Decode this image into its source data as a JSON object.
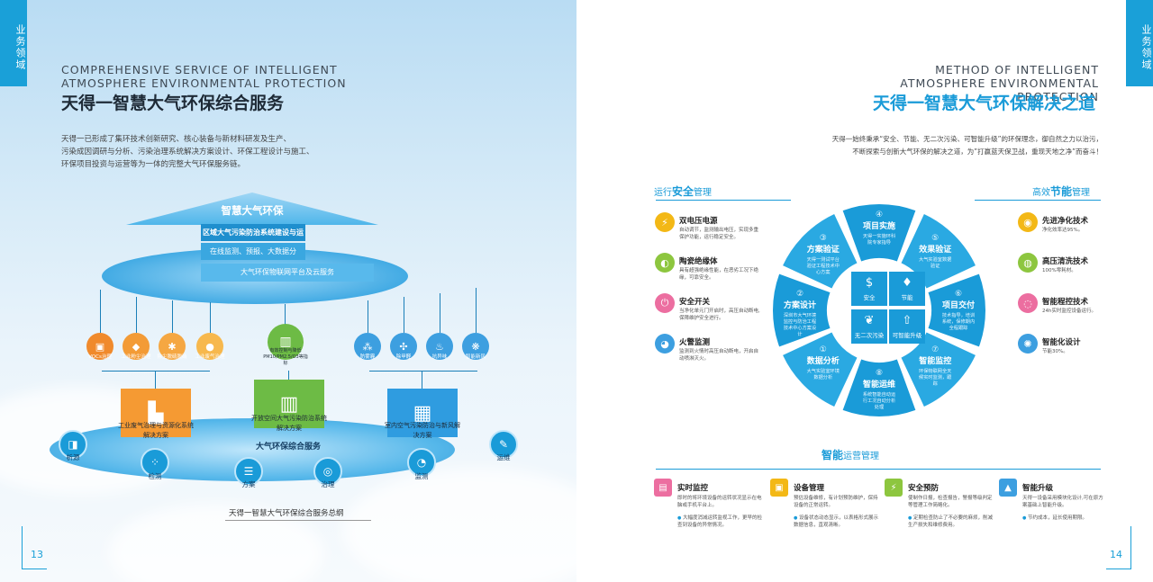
{
  "left_page": {
    "side_tab": "业务领域",
    "en_title": "COMPREHENSIVE SERVICE OF INTELLIGENT ATMOSPHERE ENVIRONMENTAL PROTECTION",
    "cn_title": "天得一智慧大气环保综合服务",
    "intro": [
      "天得一已形成了集环技术创新研究、核心装备与新材料研发及生产、",
      "污染成因调研与分析、污染治理系统解决方案设计、环保工程设计与施工、",
      "环保项目投资与运营等为一体的完整大气环保服务链。"
    ],
    "diagram": {
      "roof": "智慧大气环保",
      "bar1": "区域大气污染防治系统建设与运营服务",
      "bar2": "在线监测、预报、大数据分析……",
      "bar3": "大气环保物联网平台及云服务",
      "left_circles": [
        {
          "label": "VOCs治理",
          "icon": "▣",
          "color": "#f08a2c"
        },
        {
          "label": "工业粉尘治理",
          "icon": "◆",
          "color": "#f39b36"
        },
        {
          "label": "除尘脱硫脱硝",
          "icon": "✱",
          "color": "#f5a742"
        },
        {
          "label": "工业废气治理",
          "icon": "●",
          "color": "#f7b84d"
        }
      ],
      "center_circle": {
        "label": "有效控制与降低PM10/PM2.5/O3等指标",
        "icon": "▥",
        "color": "#6dbb45"
      },
      "right_circles": [
        {
          "label": "防雾霾",
          "icon": "⁂",
          "color": "#3d9fe0"
        },
        {
          "label": "除甲醛",
          "icon": "✣",
          "color": "#3d9fe0"
        },
        {
          "label": "抗异味",
          "icon": "♨",
          "color": "#3d9fe0"
        },
        {
          "label": "智能新风",
          "icon": "❋",
          "color": "#3d9fe0"
        }
      ],
      "boxes": [
        {
          "label": "工业废气治理与资源化系统解决方案",
          "icon": "▙",
          "color": "#f59a33"
        },
        {
          "label": "开放空间大气污染防治系统解决方案",
          "icon": "▥",
          "color": "#6dbb45"
        },
        {
          "label": "室内空气污染防治与新风解决方案",
          "icon": "▦",
          "color": "#2f9ce0"
        }
      ],
      "bottom_title": "大气环保综合服务",
      "bottom_icons": [
        {
          "label": "析源",
          "icon": "◨"
        },
        {
          "label": "检测",
          "icon": "⁘"
        },
        {
          "label": "方案",
          "icon": "☰"
        },
        {
          "label": "治理",
          "icon": "◎"
        },
        {
          "label": "监测",
          "icon": "◔"
        },
        {
          "label": "运维",
          "icon": "✎"
        }
      ]
    },
    "caption": "天得一智慧大气环保综合服务总纲",
    "page_number": "13"
  },
  "right_page": {
    "side_tab": "业务领域",
    "en_title": "METHOD OF INTELLIGENT ATMOSPHERE ENVIRONMENTAL PROTECTION",
    "cn_title": "天得一智慧大气环保解决之道",
    "intro": [
      "天得一始终秉承“安全、节能、无二次污染、可智能升级”的环保理念，御自然之力以治污，",
      "不断探索与创新大气环保的解决之道，为”打赢蓝天保卫战，重现天地之净”而奋斗！"
    ],
    "sections": {
      "safety": {
        "prefix": "运行",
        "highlight": "安全",
        "suffix": "管理"
      },
      "efficiency": {
        "prefix": "高效",
        "highlight": "节能",
        "suffix": "管理"
      },
      "operation": {
        "prefix": "",
        "highlight": "智能",
        "suffix": "运营管理"
      }
    },
    "safety_features": [
      {
        "title": "双电压电源",
        "desc": "自动调节，监测输出电压，实现多重保护功能，运行稳定安全。",
        "icon": "⚡",
        "color": "#f3b816"
      },
      {
        "title": "陶瓷绝缘体",
        "desc": "具有超强绝缘性能，在恶劣工况下绝缘，可靠安全。",
        "icon": "◐",
        "color": "#8dc63f"
      },
      {
        "title": "安全开关",
        "desc": "当净化单元门开启时，高压自动断电,保障维护安全进行。",
        "icon": "⏻",
        "color": "#ec6ea0"
      },
      {
        "title": "火警监测",
        "desc": "监测到火情时高压自动断电，开启自动喷淋灭火。",
        "icon": "◕",
        "color": "#3d9fe0"
      }
    ],
    "efficiency_features": [
      {
        "title": "先进净化技术",
        "desc": "净化效率达95%。",
        "icon": "◉",
        "color": "#f3b816"
      },
      {
        "title": "高压清洗技术",
        "desc": "100%零耗材。",
        "icon": "◍",
        "color": "#8dc63f"
      },
      {
        "title": "智能程控技术",
        "desc": "24h实时监控设备运行。",
        "icon": "◌",
        "color": "#ec6ea0"
      },
      {
        "title": "智能化设计",
        "desc": "节能30%。",
        "icon": "✺",
        "color": "#3d9fe0"
      }
    ],
    "wheel": [
      {
        "num": "④",
        "title": "项目实施",
        "sub": "天得一实施环科院专家指导"
      },
      {
        "num": "⑤",
        "title": "效果验证",
        "sub": "大气实验室数据验证"
      },
      {
        "num": "⑥",
        "title": "项目交付",
        "sub": "技术指导，培训系统，保修期内全程跟踪"
      },
      {
        "num": "⑦",
        "title": "智能监控",
        "sub": "环保物联网全天候实时监测，跟踪"
      },
      {
        "num": "⑧",
        "title": "智能运维",
        "sub": "系统智能自动运行工况自动分析处理"
      },
      {
        "num": "①",
        "title": "数据分析",
        "sub": "大气实验室环境数据分析"
      },
      {
        "num": "②",
        "title": "方案设计",
        "sub": "深圳市大气环境监控与防治工程技术中心方案设计"
      },
      {
        "num": "③",
        "title": "方案验证",
        "sub": "天得一测试平台验证工程技术中心方案"
      }
    ],
    "center_tiles": [
      {
        "label": "安全",
        "icon": "$"
      },
      {
        "label": "节能",
        "icon": "♦"
      },
      {
        "label": "无二次污染",
        "icon": "❦"
      },
      {
        "label": "可智能升级",
        "icon": "⇧"
      }
    ],
    "management": [
      {
        "title": "实时监控",
        "desc": "即时的将环境设备的运转状况显示在电脑或手机平台上。",
        "desc2": "大幅度消减运转监视工作，更早的检查到设备的异常情况。",
        "icon": "▤",
        "color": "#ec6ea0"
      },
      {
        "title": "设备管理",
        "desc": "预估设备维修，有计划预防维护，保持设备的正常运转。",
        "desc2": "设备状态动态显示，以表格形式展示数据信息，直观清晰。",
        "icon": "▣",
        "color": "#f3b816"
      },
      {
        "title": "安全预防",
        "desc": "使制作日报，检查报告，警报等级判定等管理工作简略化。",
        "desc2": "定期检查防止了不必要的麻烦，削减生产损失和维修费用。",
        "icon": "⚡",
        "color": "#8dc63f"
      },
      {
        "title": "智能升级",
        "desc": "天得一设备采用模块化设计,可在原方案基础上智能升级。",
        "desc2": "节约成本，延长使用期限。",
        "icon": "▲",
        "color": "#3d9fe0"
      }
    ],
    "page_number": "14"
  }
}
